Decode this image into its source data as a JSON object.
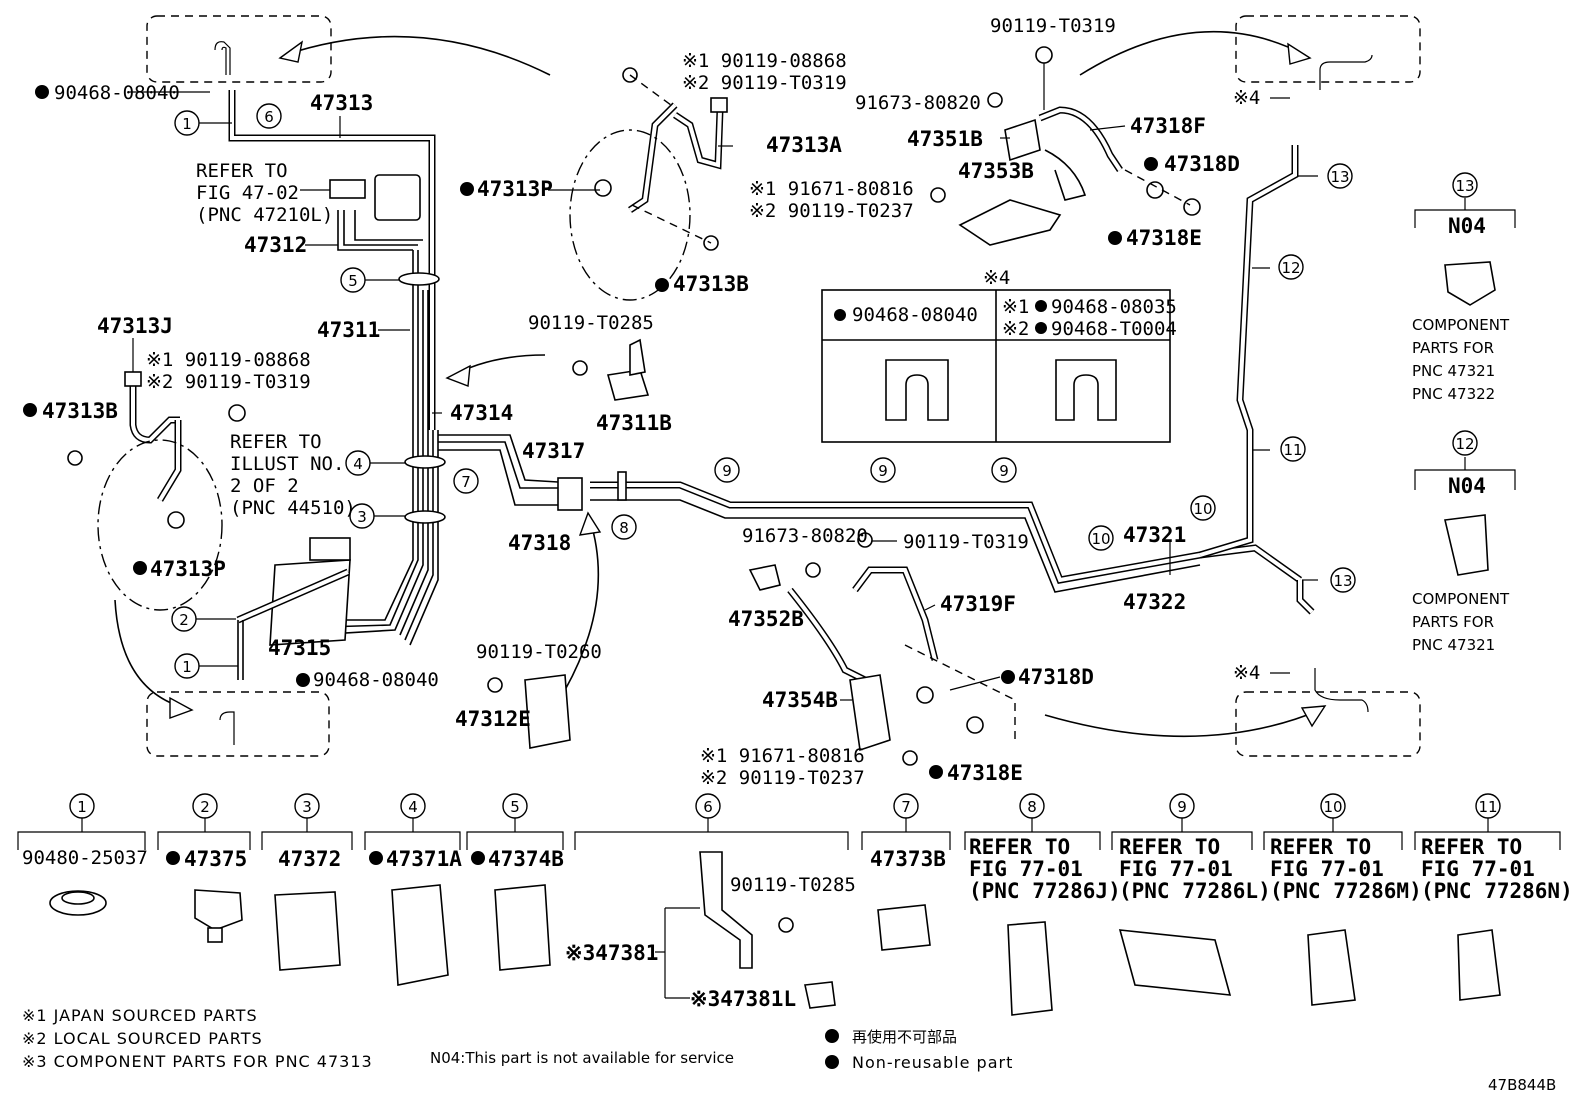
{
  "callouts": {
    "c1a": "1",
    "c6": "6",
    "c5": "5",
    "c4": "4",
    "c7": "7",
    "c3": "3",
    "c8": "8",
    "c2": "2",
    "c1b": "1",
    "c9a": "9",
    "c9b": "9",
    "c9c": "9",
    "c10a": "10",
    "c10b": "10",
    "c13a": "13",
    "c12": "12",
    "c11": "11",
    "c13b": "13",
    "legend_c13": "13",
    "legend_c12": "12"
  },
  "labels": {
    "p90468_08040_top": "90468-08040",
    "p47313": "47313",
    "refer_47_02_line1": "REFER TO",
    "refer_47_02_line2": "FIG 47-02",
    "refer_47_02_line3": "(PNC 47210L)",
    "p47312": "47312",
    "p47311": "47311",
    "p47313J": "47313J",
    "p47313J_s1": "※1 90119-08868",
    "p47313J_s2": "※2 90119-T0319",
    "p47313B_left": "47313B",
    "refer_44510_line1": "REFER TO",
    "refer_44510_line2": "ILLUST NO.",
    "refer_44510_line3": "2 OF 2",
    "refer_44510_line4": "(PNC 44510)",
    "p47313P_left": "47313P",
    "p47315": "47315",
    "p90468_08040_bottom": "90468-08040",
    "p47313A_s1": "※1 90119-08868",
    "p47313A_s2": "※2 90119-T0319",
    "p47313A": "47313A",
    "p47313P_mid": "47313P",
    "p47313B_mid": "47313B",
    "p90119_T0285_mid": "90119-T0285",
    "p47311B": "47311B",
    "p47314": "47314",
    "p47317": "47317",
    "p47318": "47318",
    "p90119_T0260": "90119-T0260",
    "p47312E": "47312E",
    "p90119_T0319_top": "90119-T0319",
    "p91673_80820_top": "91673-80820",
    "p47351B": "47351B",
    "p47318F": "47318F",
    "p47353B": "47353B",
    "p47318D_top": "47318D",
    "p91671_s1": "※1 91671-80816",
    "p91671_s2": "※2 90119-T0237",
    "p47318E_top": "47318E",
    "table_title": "※4",
    "table_col1": "90468-08040",
    "table_col2a": "※1",
    "table_col2a_val": "90468-08035",
    "table_col2b": "※2",
    "table_col2b_val": "90468-T0004",
    "p91673_80820_mid": "91673-80820",
    "p90119_T0319_mid": "90119-T0319",
    "p47319F": "47319F",
    "p47352B": "47352B",
    "p47318D_mid": "47318D",
    "p47354B": "47354B",
    "p91671_mid_s1": "※1 91671-80816",
    "p91671_mid_s2": "※2 90119-T0237",
    "p47318E_mid": "47318E",
    "p47321": "47321",
    "p47322": "47322",
    "s4_top": "※4",
    "s4_bottom": "※4",
    "legend13_code": "N04",
    "legend13_l1": "COMPONENT",
    "legend13_l2": "PARTS FOR",
    "legend13_l3": "PNC 47321",
    "legend13_l4": "PNC 47322",
    "legend12_code": "N04",
    "legend12_l1": "COMPONENT",
    "legend12_l2": "PARTS FOR",
    "legend12_l3": "PNC 47321"
  },
  "bottom_parts": [
    {
      "num": "1",
      "label": "90480-25037",
      "dot": false
    },
    {
      "num": "2",
      "label": "47375",
      "dot": true
    },
    {
      "num": "3",
      "label": "47372",
      "dot": false
    },
    {
      "num": "4",
      "label": "47371A",
      "dot": true
    },
    {
      "num": "5",
      "label": "47374B",
      "dot": true
    },
    {
      "num": "6",
      "label": "",
      "dot": false
    },
    {
      "num": "7",
      "label": "47373B",
      "dot": false
    },
    {
      "num": "8",
      "label": "REFER TO",
      "label2": "FIG 77-01",
      "label3": "(PNC 77286J)"
    },
    {
      "num": "9",
      "label": "REFER TO",
      "label2": "FIG 77-01",
      "label3": "(PNC 77286L)"
    },
    {
      "num": "10",
      "label": "REFER TO",
      "label2": "FIG 77-01",
      "label3": "(PNC 77286M)"
    },
    {
      "num": "11",
      "label": "REFER TO",
      "label2": "FIG 77-01",
      "label3": "(PNC 77286N)"
    }
  ],
  "group6": {
    "p90119_T0285": "90119-T0285",
    "p47381": "※347381",
    "p47381L": "※347381L"
  },
  "notes": {
    "n1": "※1 JAPAN SOURCED PARTS",
    "n2": "※2 LOCAL SOURCED PARTS",
    "n3": "※3 COMPONENT PARTS FOR PNC 47313",
    "n04": "N04:This part is not available for service",
    "nonreuse_jp": "再使用不可部品",
    "nonreuse_en": "Non-reusable part",
    "fig_id": "47B844B"
  }
}
